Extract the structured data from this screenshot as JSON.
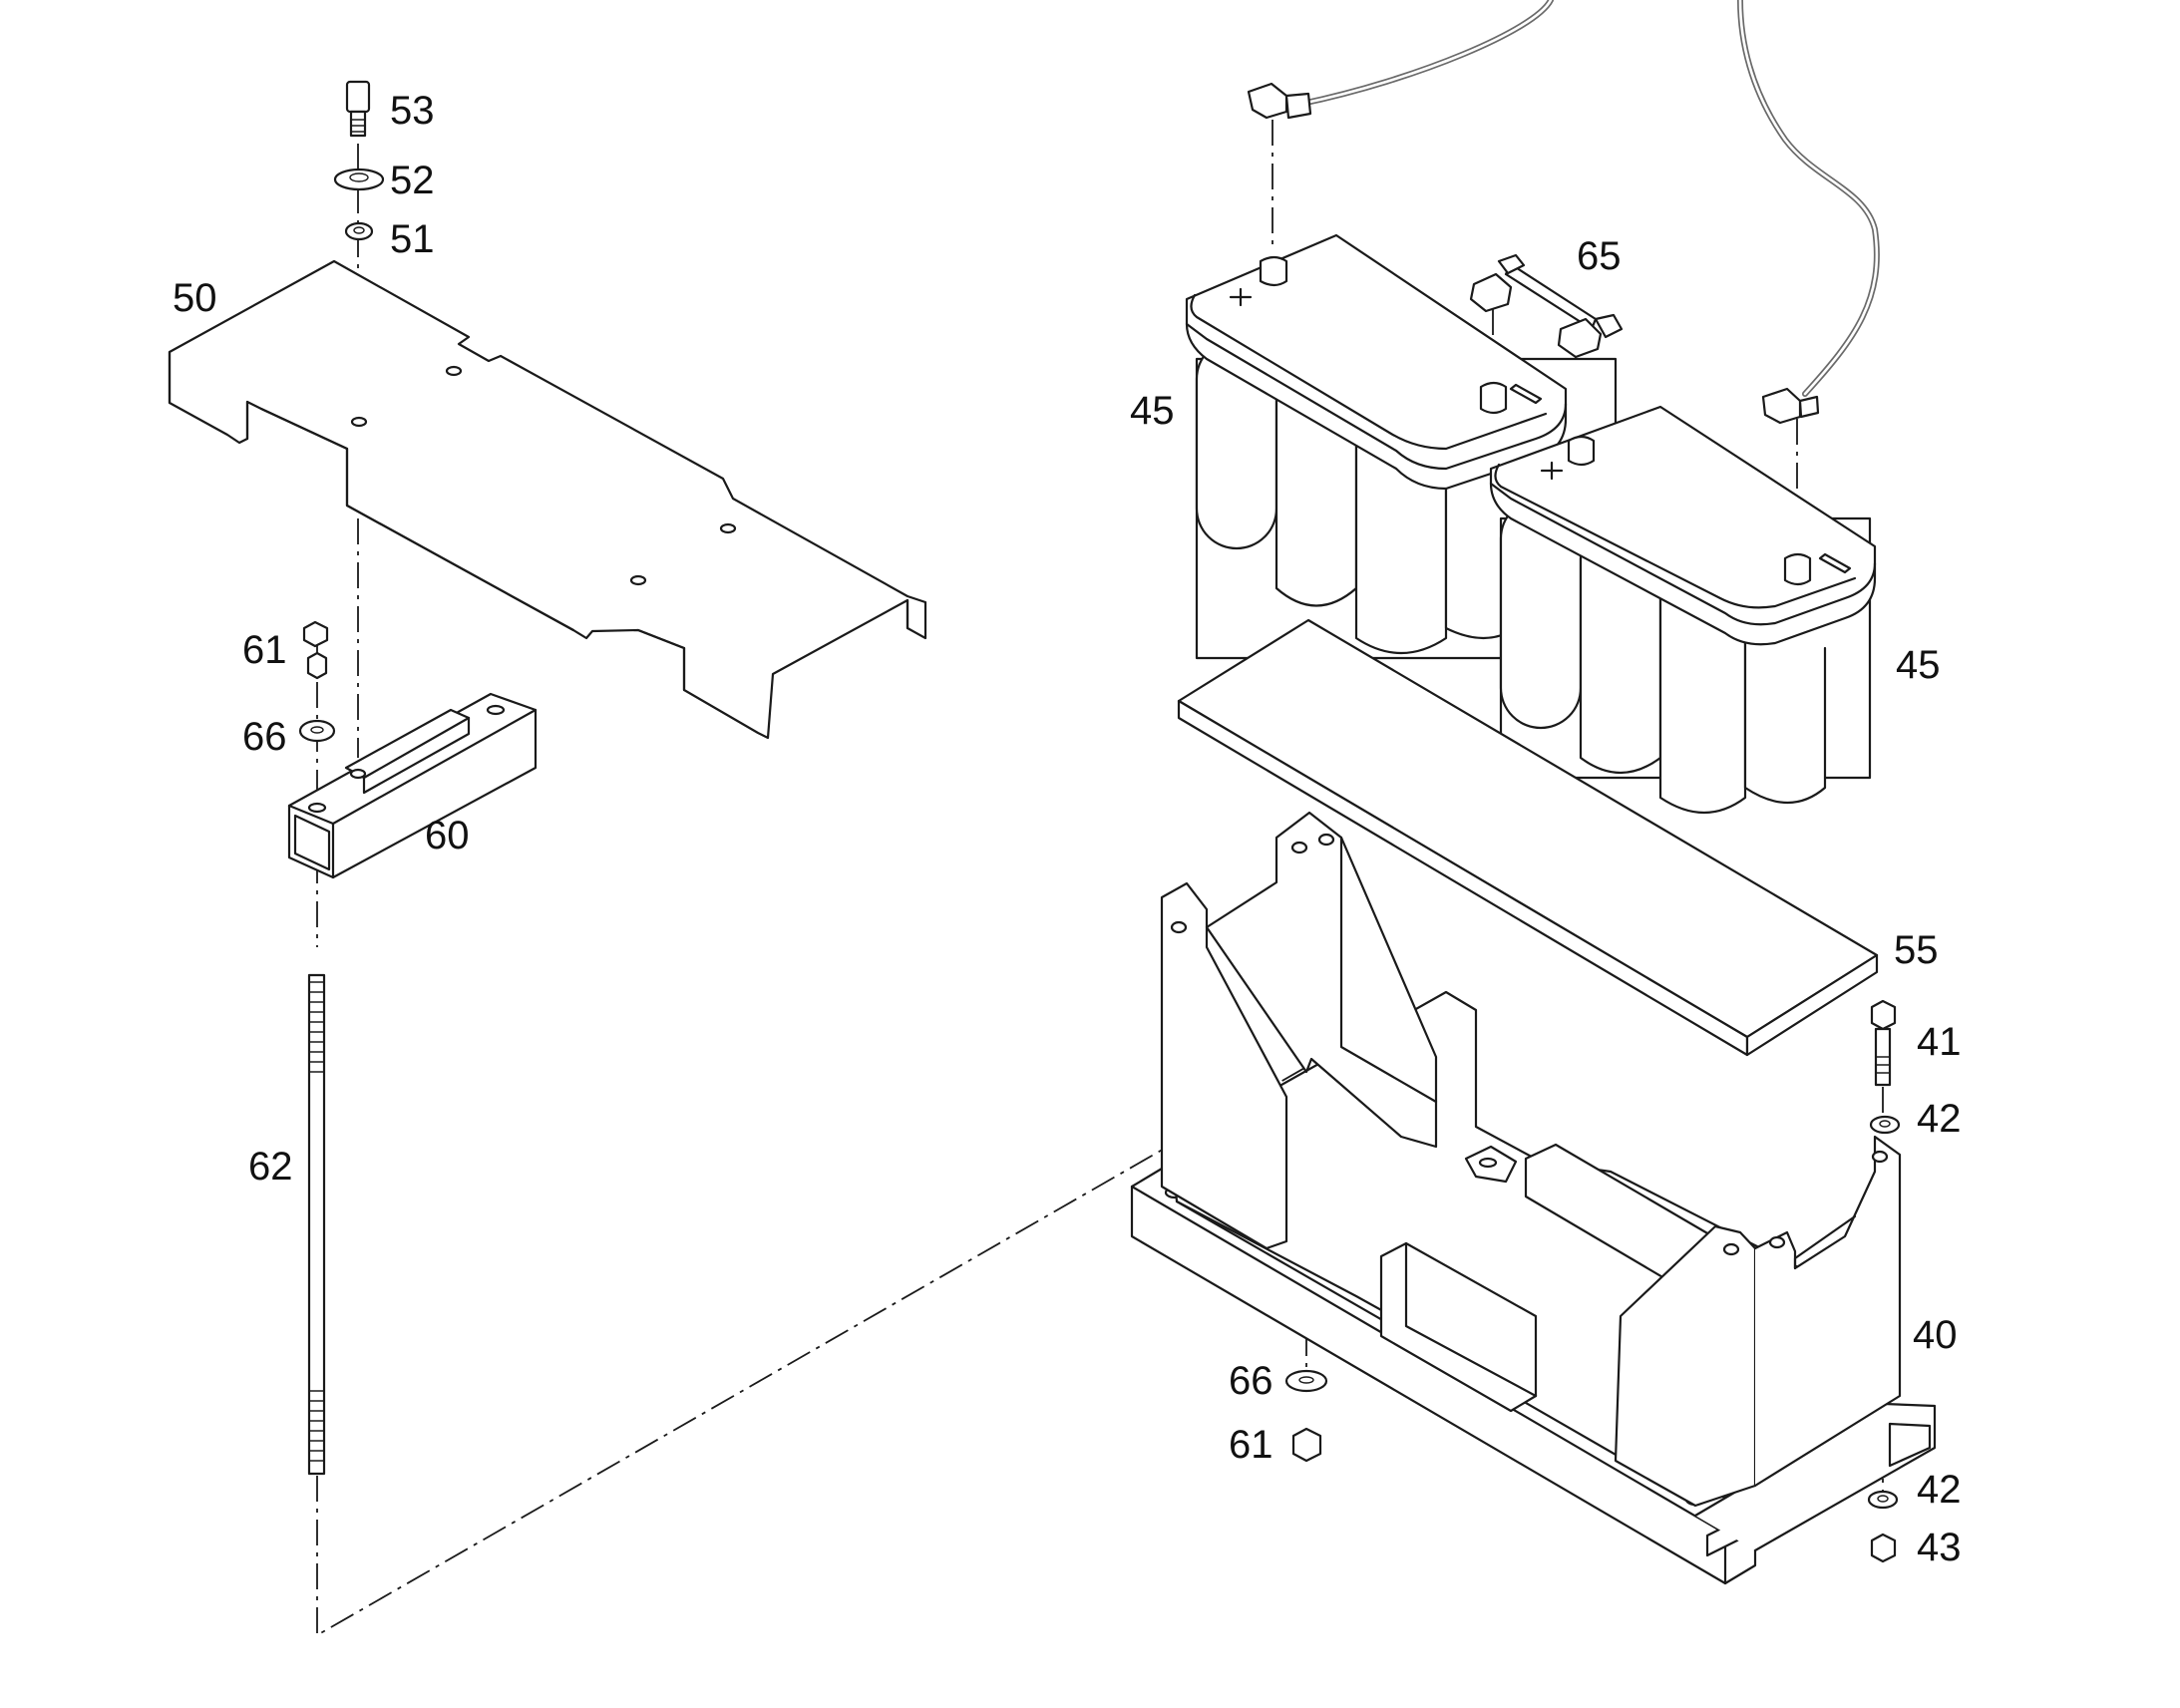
{
  "callouts": {
    "c53": "53",
    "c52": "52",
    "c51": "51",
    "c50": "50",
    "c61a": "61",
    "c66a": "66",
    "c60": "60",
    "c62": "62",
    "c45a": "45",
    "c65": "65",
    "c45b": "45",
    "c55": "55",
    "c41": "41",
    "c42a": "42",
    "c40": "40",
    "c66b": "66",
    "c61b": "61",
    "c42b": "42",
    "c43": "43"
  },
  "parts": [
    "screw-53",
    "washer-52",
    "washer-51",
    "cover-plate-50",
    "nut-61",
    "washer-66",
    "clamp-bar-60",
    "threaded-rod-62",
    "battery-45",
    "connector-cable-65",
    "battery-45",
    "pad-55",
    "bolt-41",
    "washer-42",
    "battery-tray-40",
    "washer-66",
    "nut-61",
    "washer-42",
    "nut-43"
  ]
}
